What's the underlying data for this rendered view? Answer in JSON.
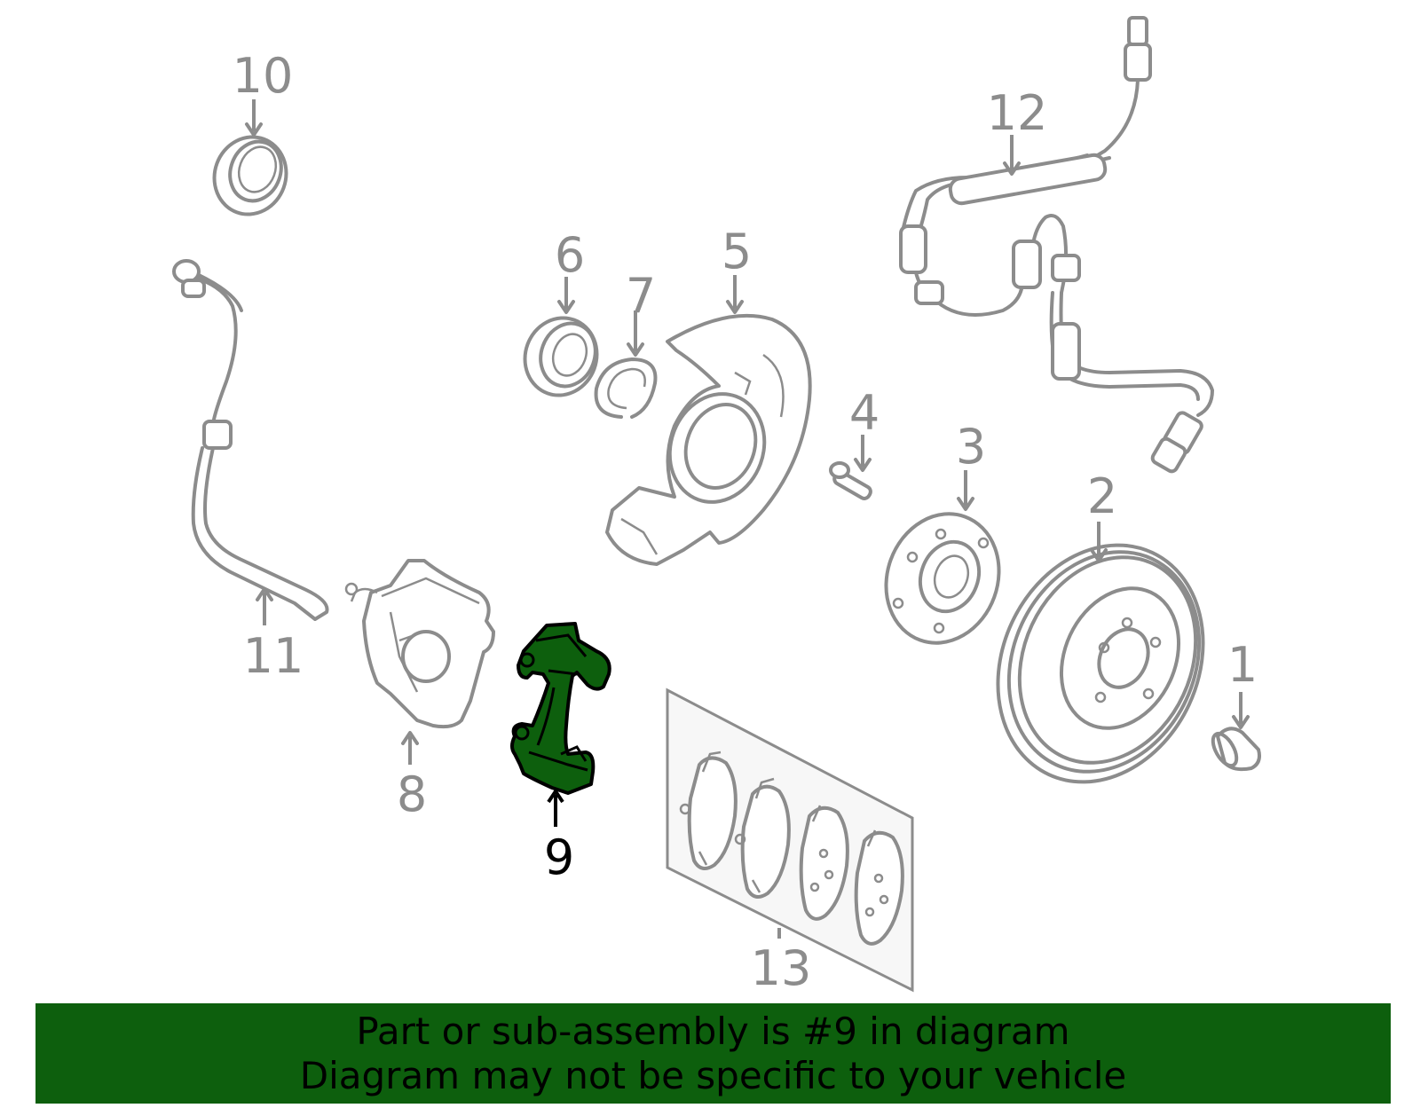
{
  "diagram": {
    "callouts": [
      {
        "number": "1"
      },
      {
        "number": "2"
      },
      {
        "number": "3"
      },
      {
        "number": "4"
      },
      {
        "number": "5"
      },
      {
        "number": "6"
      },
      {
        "number": "7"
      },
      {
        "number": "8"
      },
      {
        "number": "9"
      },
      {
        "number": "10"
      },
      {
        "number": "11"
      },
      {
        "number": "12"
      },
      {
        "number": "13"
      }
    ],
    "highlighted_part": "9"
  },
  "banner": {
    "line1": "Part or sub-assembly is #9 in diagram",
    "line2": "Diagram may not be specific to your vehicle",
    "color": "#0d5f0d"
  },
  "colors": {
    "part_outline": "#8c8c8c",
    "highlight_fill": "#0d5f0d",
    "highlight_outline": "#000000"
  }
}
